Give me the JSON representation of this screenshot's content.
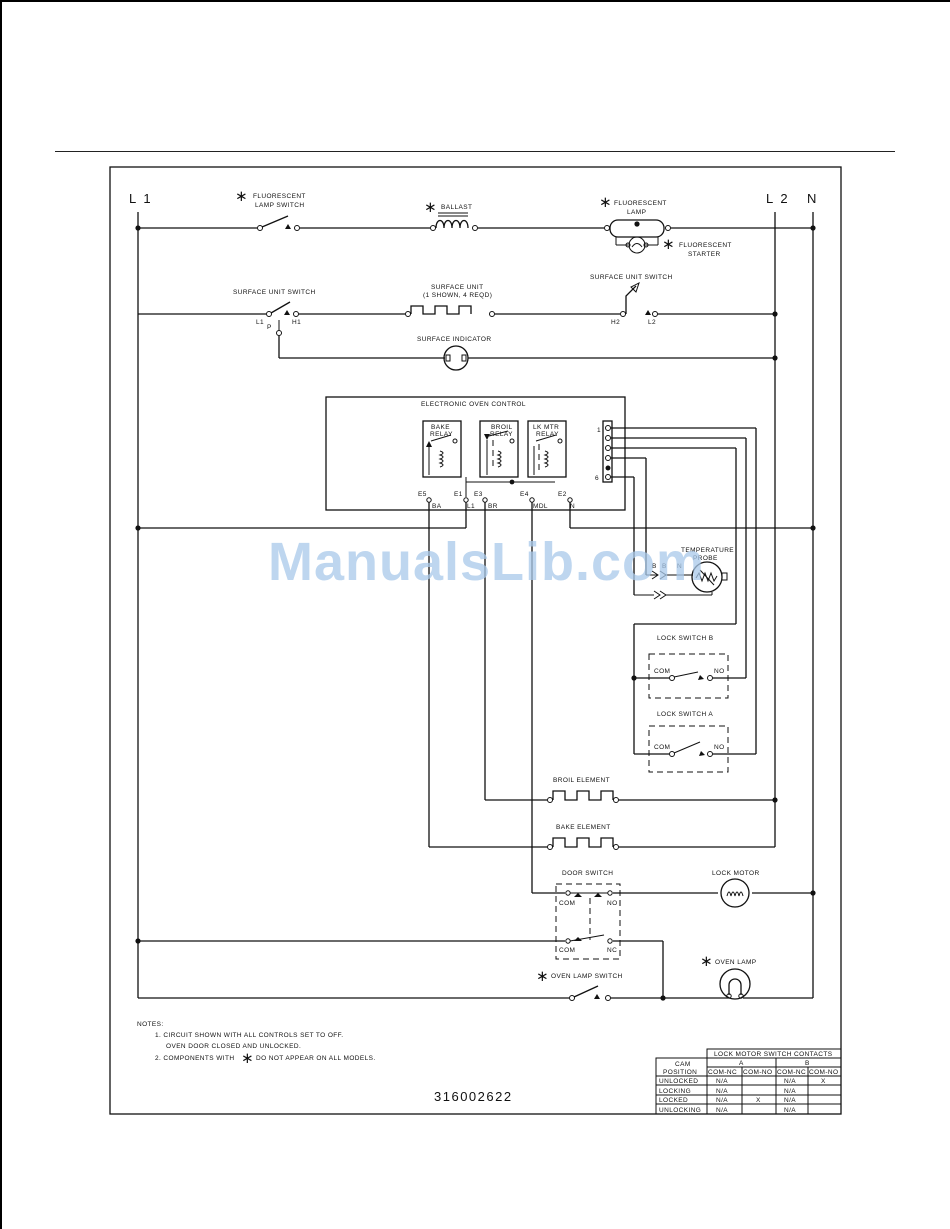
{
  "rails": {
    "l1": "L 1",
    "l2": "L 2",
    "n": "N"
  },
  "asterisk": "∗",
  "components": {
    "fluorescent_lamp_switch": [
      "FLUORESCENT",
      "LAMP SWITCH"
    ],
    "ballast": "BALLAST",
    "fluorescent_lamp": [
      "FLUORESCENT",
      "LAMP"
    ],
    "fluorescent_starter": [
      "FLUORESCENT",
      "STARTER"
    ],
    "surface_unit_switch_left": "SURFACE UNIT SWITCH",
    "surface_unit": [
      "SURFACE UNIT",
      "(1 SHOWN, 4 REQD)"
    ],
    "surface_unit_switch_right": "SURFACE UNIT SWITCH",
    "terminals_left": {
      "l1": "L1",
      "p": "P",
      "h1": "H1"
    },
    "terminals_right": {
      "h2": "H2",
      "l2": "L2"
    },
    "surface_indicator": "SURFACE INDICATOR",
    "eoc": "ELECTRONIC OVEN CONTROL",
    "bake_relay": [
      "BAKE",
      "RELAY"
    ],
    "broil_relay": [
      "BROIL",
      "RELAY"
    ],
    "lk_mtr_relay": [
      "LK MTR",
      "RELAY"
    ],
    "connector_pins": {
      "first": "1",
      "last": "6"
    },
    "eoc_terminals": {
      "e5": "E5",
      "e1": "E1",
      "e3": "E3",
      "e4": "E4",
      "e2": "E2",
      "ba": "BA",
      "l1": "L1",
      "br": "BR",
      "mdl": "MDL",
      "n": "N"
    },
    "temperature_probe": [
      "TEMPERATURE",
      "PROBE"
    ],
    "probe_pins": {
      "b1": "B",
      "b2": "B",
      "n": "N"
    },
    "lock_switch_b": "LOCK SWITCH B",
    "lock_switch_a": "LOCK SWITCH A",
    "com": "COM",
    "no": "NO",
    "nc": "NC",
    "broil_element": "BROIL ELEMENT",
    "bake_element": "BAKE ELEMENT",
    "door_switch": "DOOR SWITCH",
    "lock_motor": "LOCK MOTOR",
    "oven_lamp_switch": "OVEN LAMP SWITCH",
    "oven_lamp": "OVEN LAMP"
  },
  "notes": {
    "heading": "NOTES:",
    "lines": [
      "1.  CIRCUIT SHOWN WITH ALL CONTROLS SET TO OFF.",
      "OVEN DOOR CLOSED AND UNLOCKED.",
      "2.  COMPONENTS WITH",
      "DO NOT APPEAR ON ALL MODELS."
    ]
  },
  "document_number": "316002622",
  "watermark": "ManualsLib.com",
  "lock_table": {
    "title": "LOCK MOTOR SWITCH CONTACTS",
    "cam_header": [
      "CAM",
      "POSITION"
    ],
    "groups": [
      "A",
      "B"
    ],
    "subheaders": [
      "COM-NC",
      "COM-NO",
      "COM-NC",
      "COM-NO"
    ],
    "rows": [
      [
        "UNLOCKED",
        "N/A",
        "",
        "N/A",
        "X"
      ],
      [
        "LOCKING",
        "N/A",
        "",
        "N/A",
        ""
      ],
      [
        "LOCKED",
        "N/A",
        "X",
        "N/A",
        ""
      ],
      [
        "UNLOCKING",
        "N/A",
        "",
        "N/A",
        ""
      ]
    ]
  }
}
